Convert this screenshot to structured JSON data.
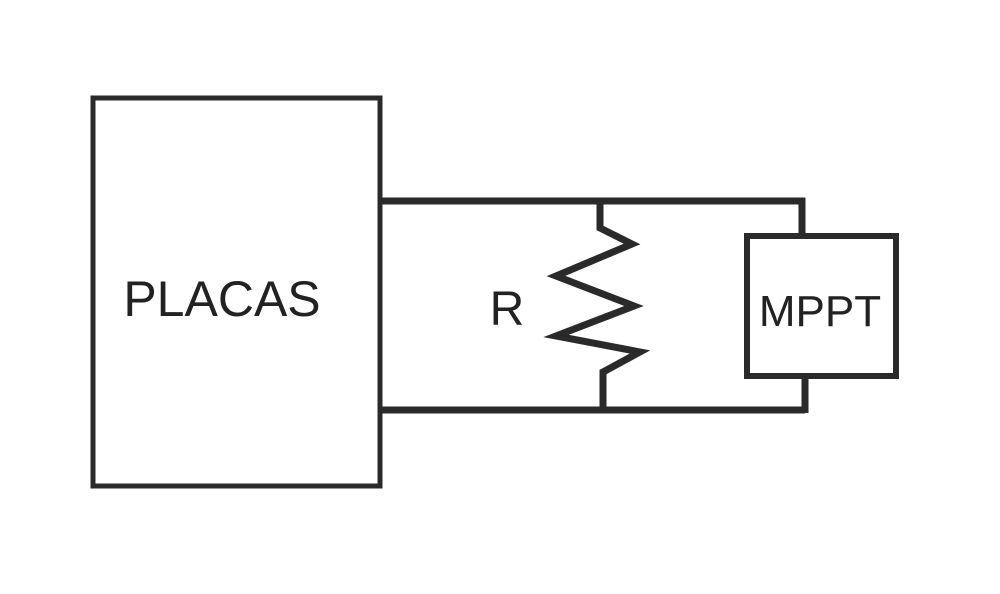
{
  "diagram": {
    "panels_label": "PLACAS",
    "resistor_label": "R",
    "mppt_label": "MPPT"
  },
  "colors": {
    "line": "#2a2a2a",
    "text": "#222222",
    "background": "#ffffff"
  }
}
